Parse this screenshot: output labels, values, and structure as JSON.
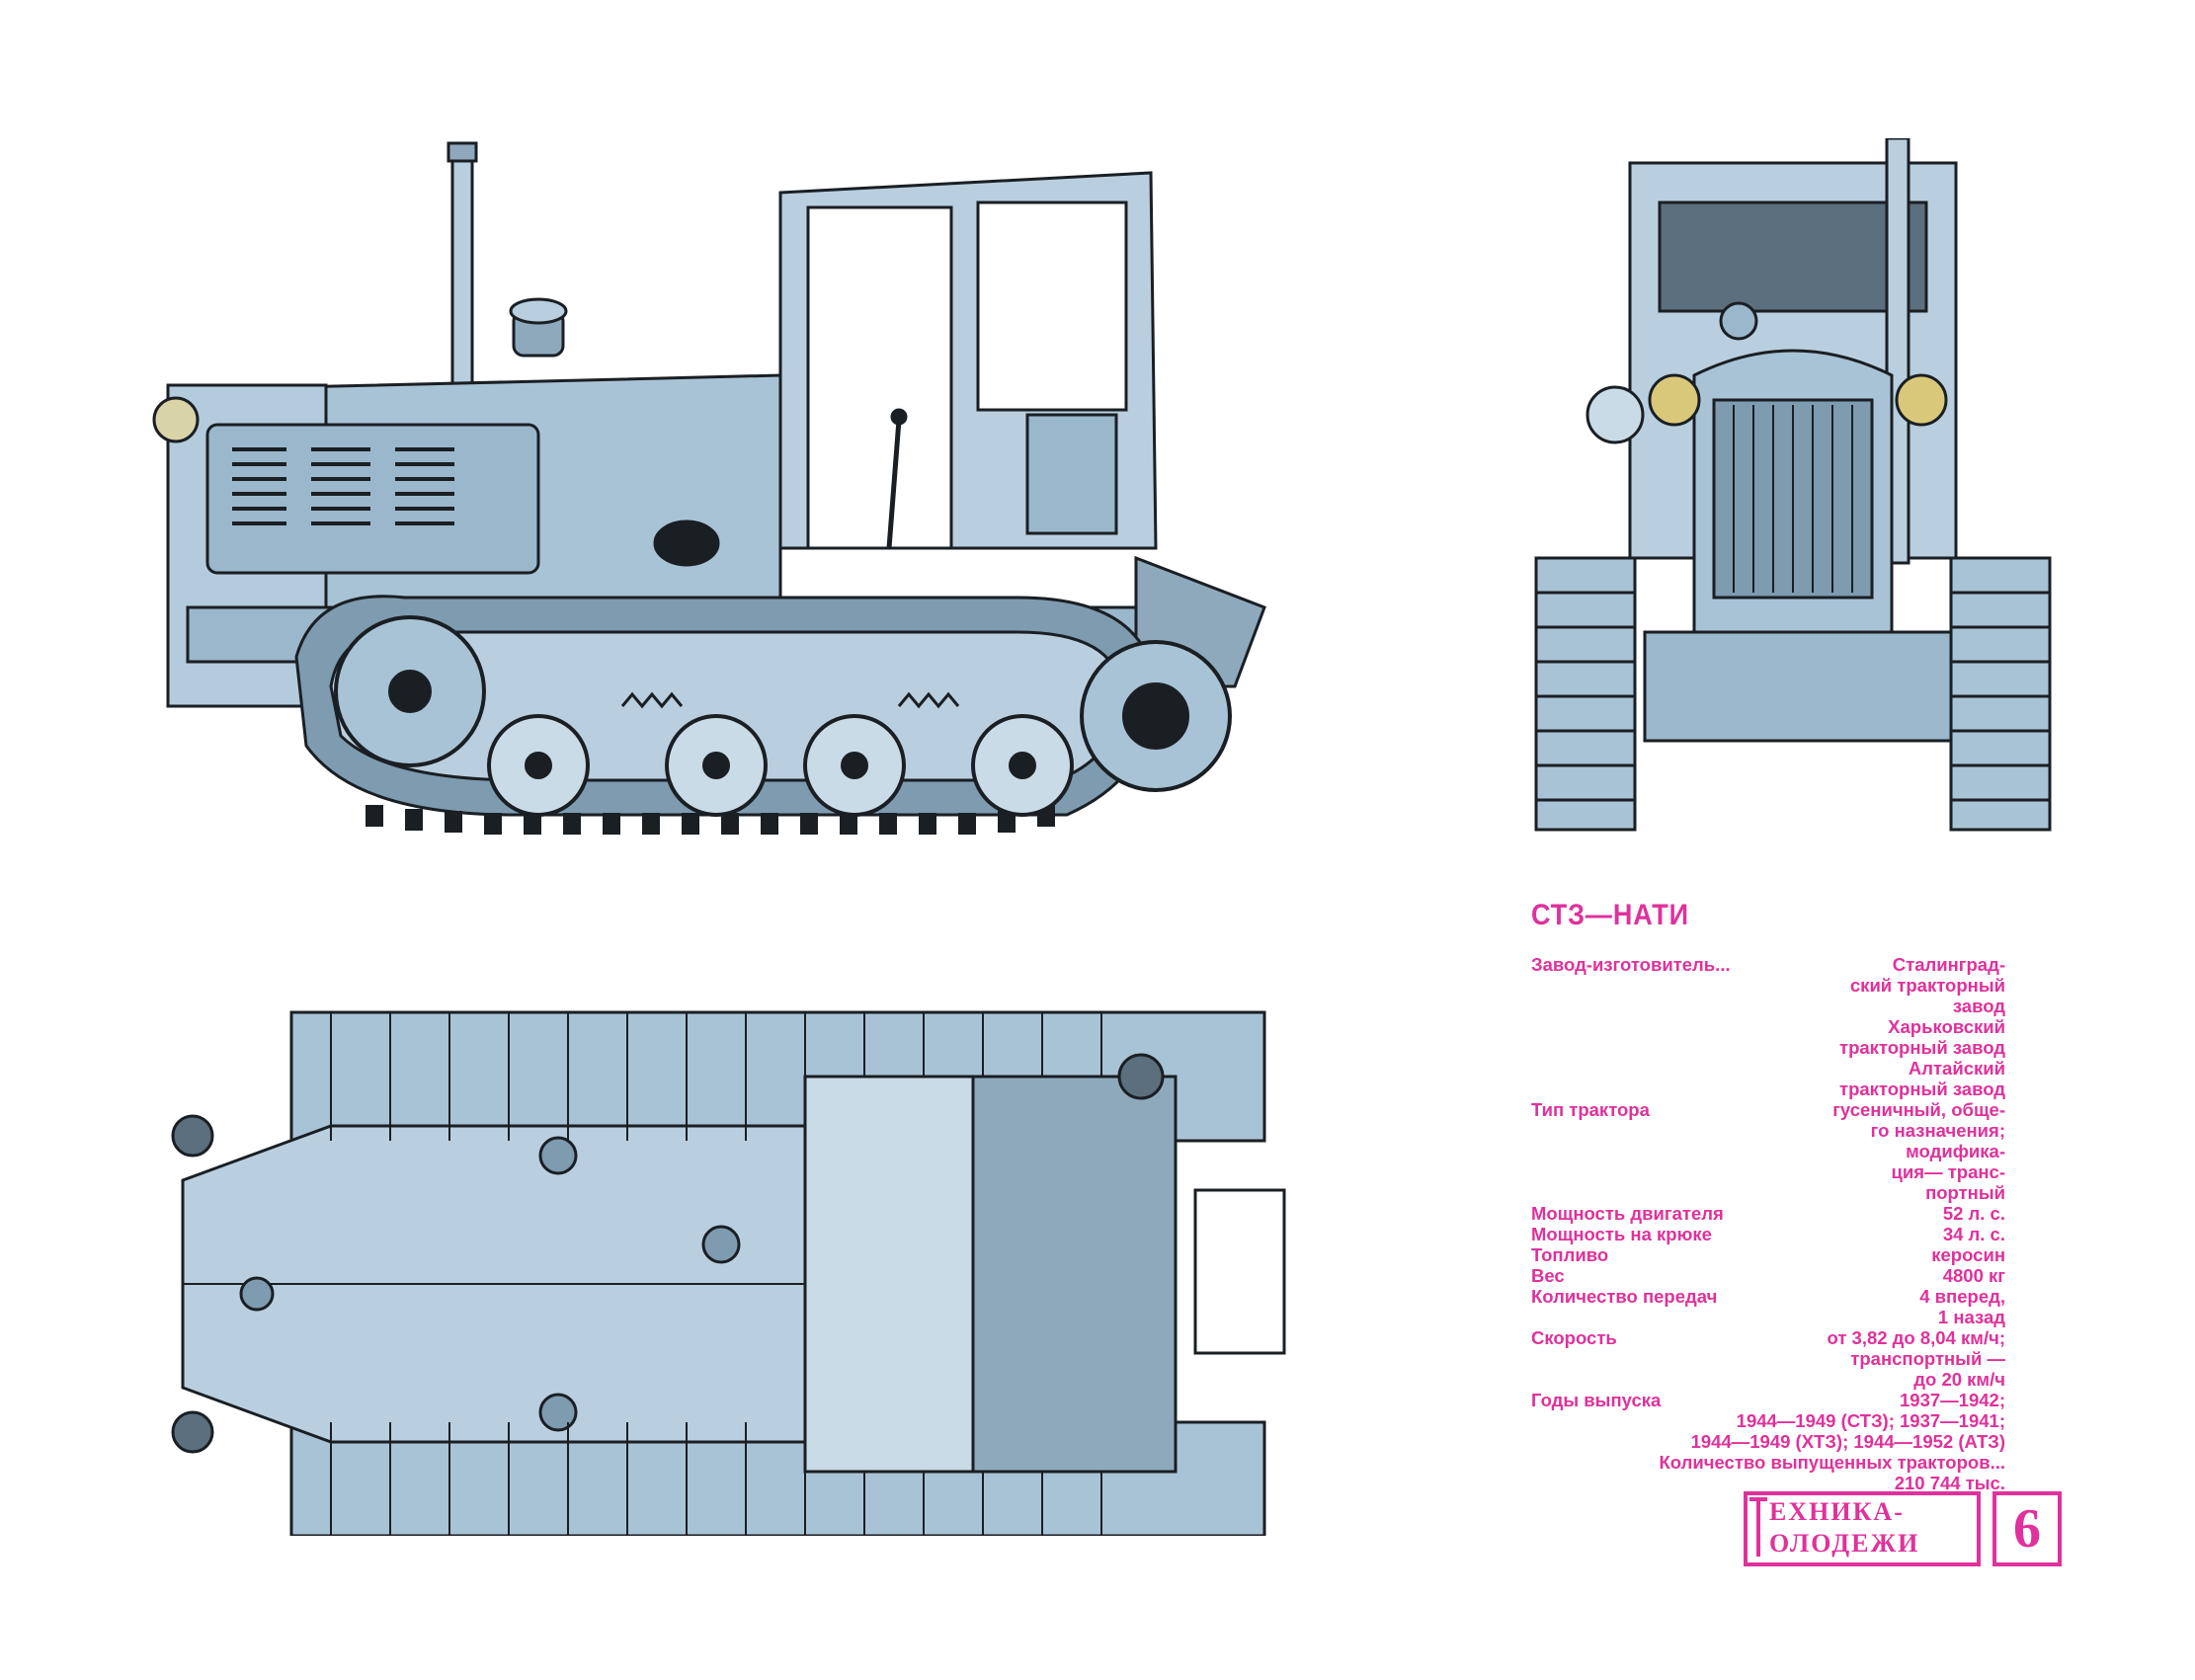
{
  "spec_sheet": {
    "title": "СТЗ—НАТИ",
    "rows": [
      {
        "label": "Завод-изготовитель...",
        "values": [
          "Сталинград-",
          "ский тракторный",
          "завод",
          "Харьковский",
          "тракторный завод",
          "Алтайский",
          "тракторный завод"
        ]
      },
      {
        "label": "Тип трактора",
        "values": [
          "гусеничный, обще-",
          "го назначения;",
          "модифика-",
          "ция— транс-",
          "портный"
        ]
      },
      {
        "label": "Мощность двигателя",
        "values": [
          "52 л. с."
        ]
      },
      {
        "label": "Мощность на крюке",
        "values": [
          "34 л. с."
        ]
      },
      {
        "label": "Топливо",
        "values": [
          "керосин"
        ]
      },
      {
        "label": "Вес",
        "values": [
          "4800 кг"
        ]
      },
      {
        "label": "Количество передач",
        "values": [
          "4 вперед,",
          "1 назад"
        ]
      },
      {
        "label": "Скорость",
        "values": [
          "от 3,82 до 8,04 км/ч;",
          "транспортный —",
          "до 20 км/ч"
        ]
      },
      {
        "label": "Годы выпуска",
        "values": [
          "1937—1942;"
        ]
      }
    ],
    "years_lines": [
      "1944—1949 (СТЗ); 1937—1941;",
      "1944—1949 (ХТЗ); 1944—1952 (АТЗ)"
    ],
    "count_label": "Количество выпущенных тракторов...",
    "count_value": "210 744 тыс."
  },
  "logo": {
    "line1": "ЕХНИКА-",
    "line2": "ОЛОДЕЖИ",
    "issue": "6"
  },
  "colors": {
    "body": "#a9c3d6",
    "body_light": "#c9dbe7",
    "body_dark": "#7e9bb0",
    "outline": "#1a1f24",
    "accent_text": "#e0319c"
  }
}
